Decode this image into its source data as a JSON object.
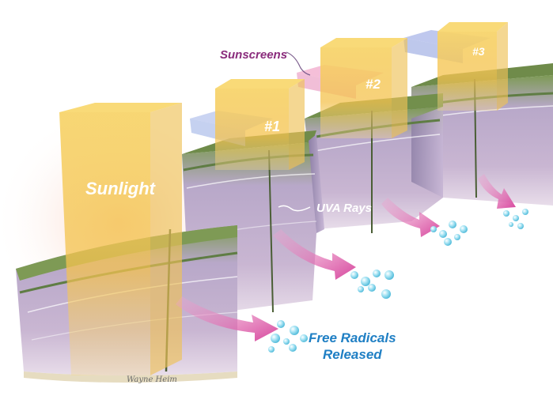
{
  "labels": {
    "sunscreens": "Sunscreens",
    "sunlight": "Sunlight",
    "uva_rays": "UVA Rays",
    "free_radicals_line1": "Free Radicals",
    "free_radicals_line2": "Released",
    "beam_1": "#1",
    "beam_2": "#2",
    "beam_3": "#3",
    "signature": "Wayne Heim"
  },
  "colors": {
    "label_purple": "#8a2c7c",
    "label_blue": "#1f7fc4",
    "beam_fill": "#f6c85a",
    "beam_edge": "#e0a930",
    "skin_purple": "#b9a3c8",
    "skin_green": "#9fb06a",
    "arrow_pink": "#e06fb0",
    "bubble_blue": "#7fd3ea"
  }
}
